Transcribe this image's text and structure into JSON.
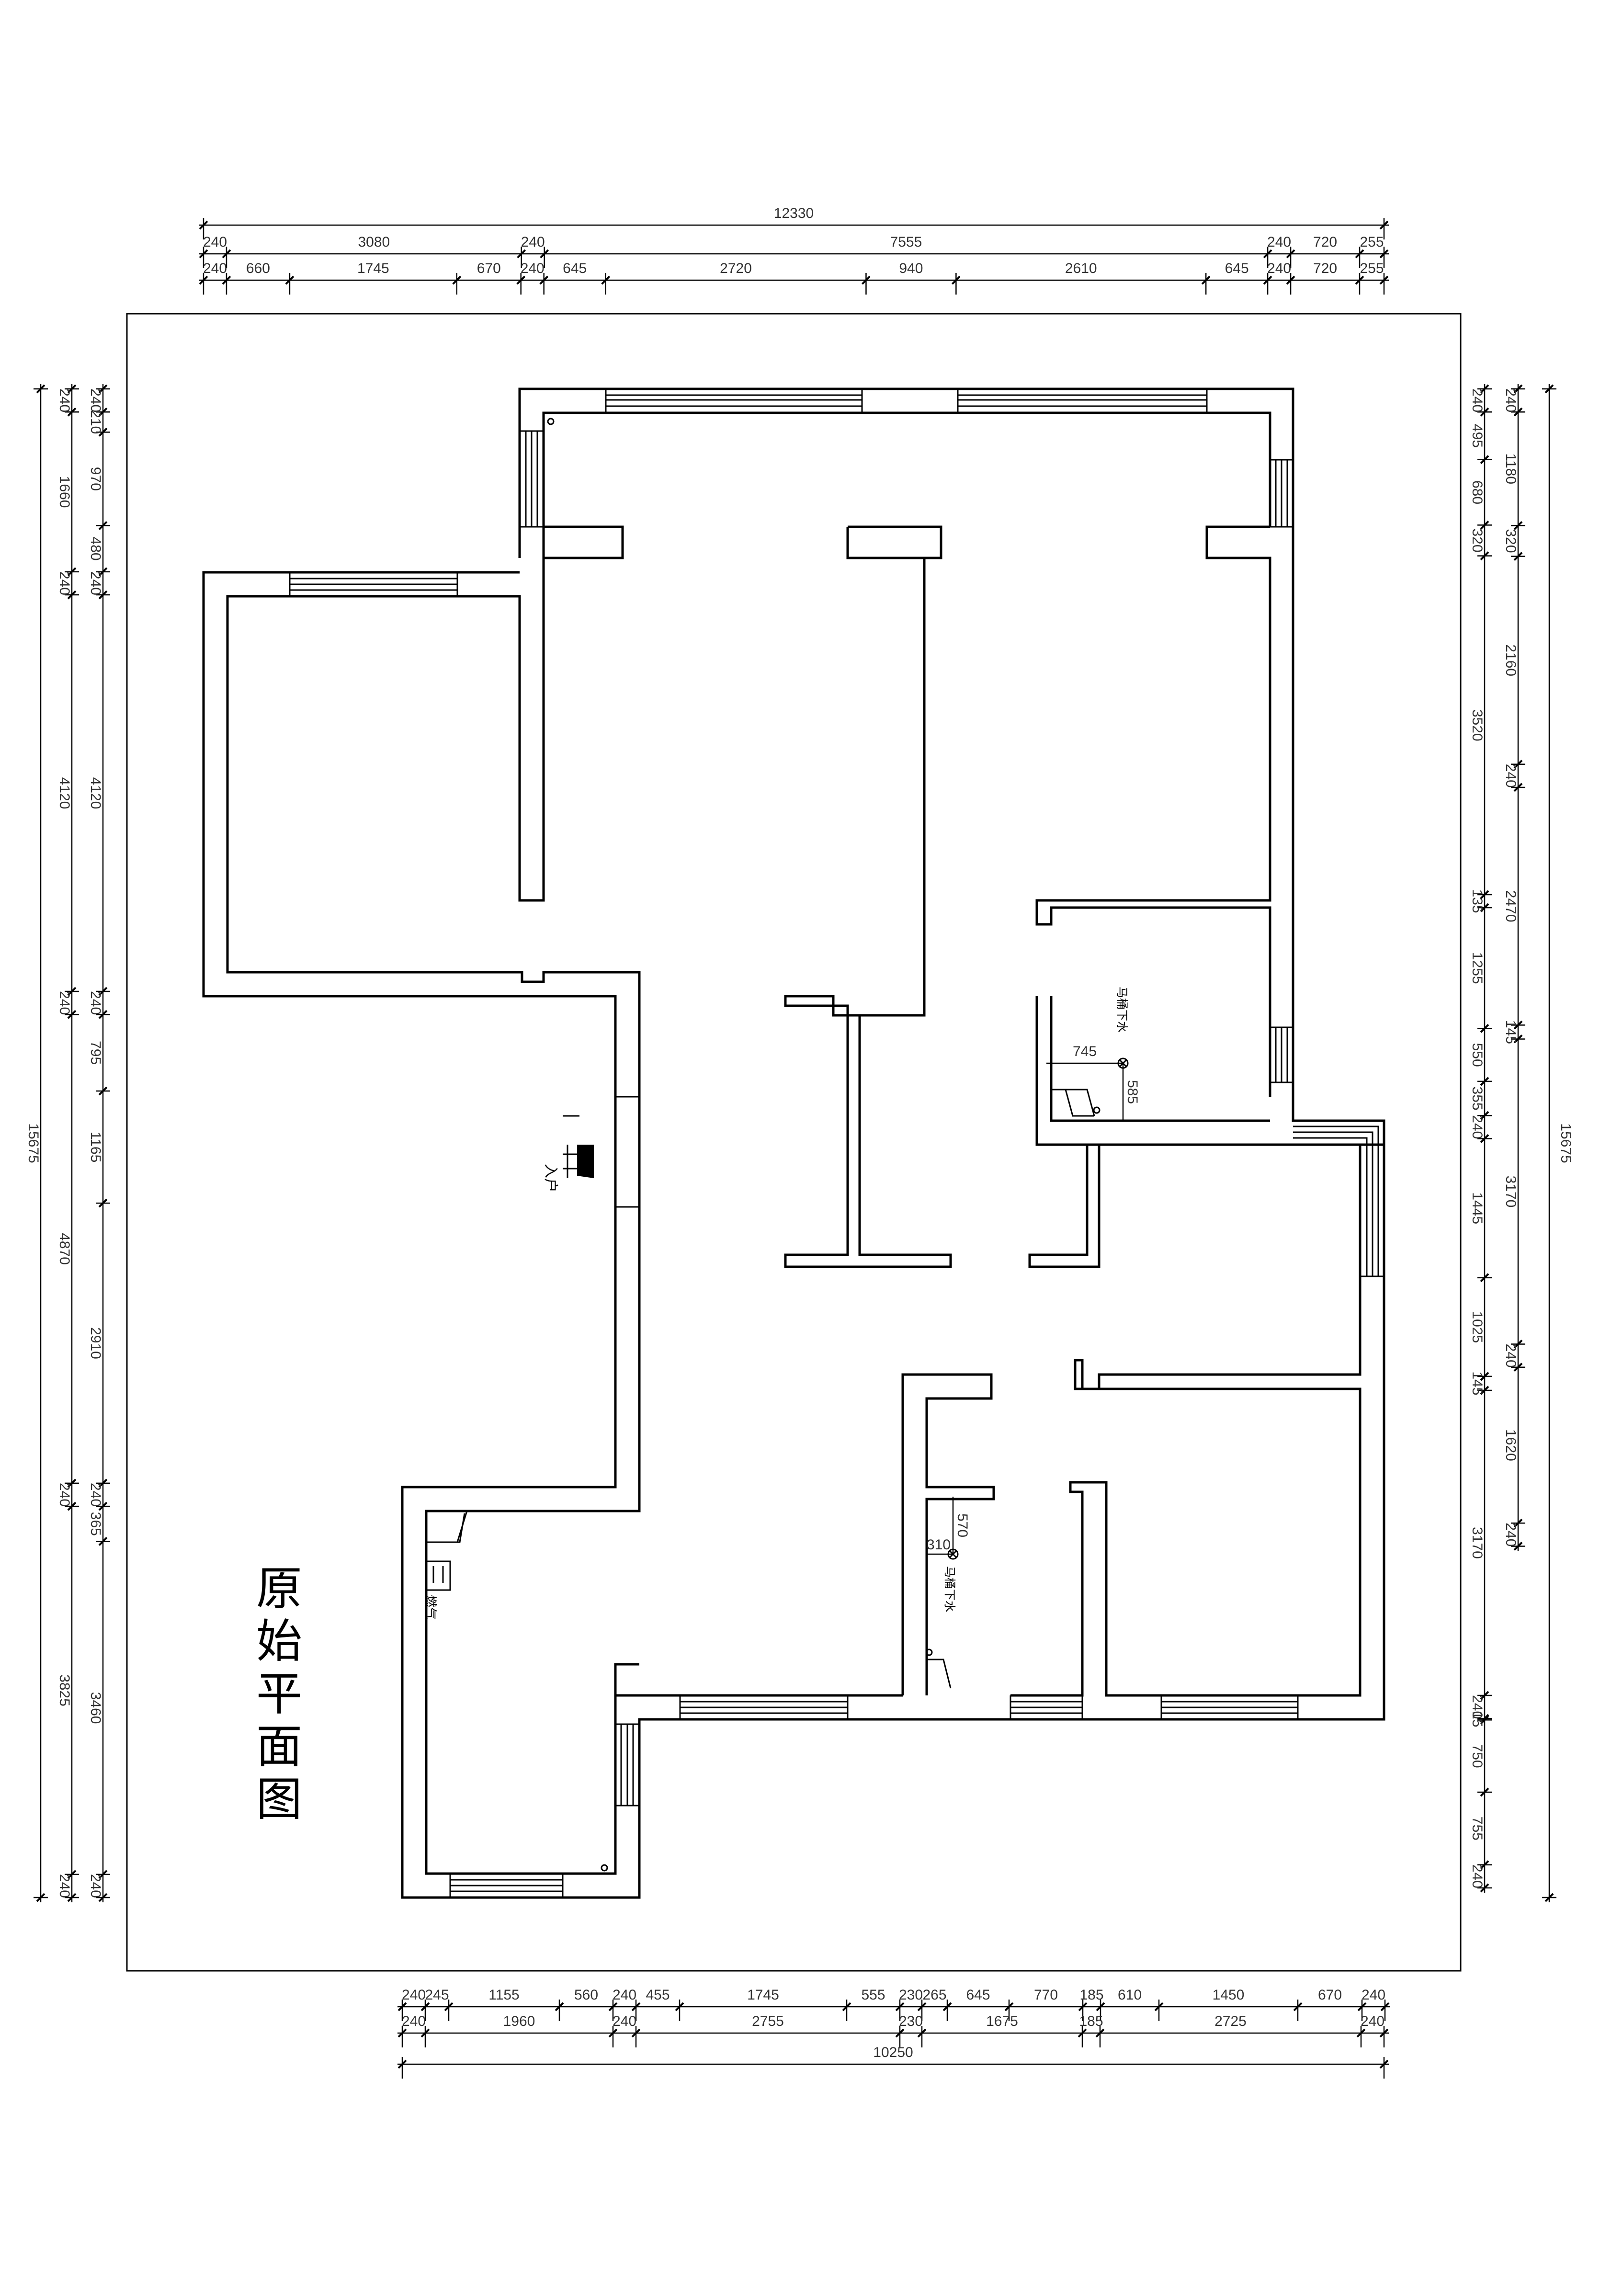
{
  "title": "原始平面图",
  "labels": {
    "entrance": "入户",
    "gas": "燃气",
    "toilet_drain_1": "马桶下水",
    "toilet_drain_2": "马桶下水"
  },
  "bath_dims": {
    "d745": "745",
    "d585": "585",
    "d570": "570",
    "d310": "310"
  },
  "dimensions": {
    "top_total": "12330",
    "top_row1": [
      "240",
      "3080",
      "240",
      "7555",
      "240",
      "720",
      "255"
    ],
    "top_row2": [
      "240",
      "660",
      "1745",
      "670",
      "240",
      "645",
      "2720",
      "940",
      "2610",
      "645",
      "240",
      "720",
      "255"
    ],
    "bottom_row1": [
      "240",
      "245",
      "1155",
      "560",
      "240",
      "455",
      "1745",
      "555",
      "230",
      "265",
      "645",
      "770",
      "185",
      "610",
      "1450",
      "670",
      "240"
    ],
    "bottom_row2": [
      "240",
      "1960",
      "240",
      "2755",
      "230",
      "1675",
      "185",
      "2725",
      "240"
    ],
    "bottom_total": "10250",
    "left_total": "15675",
    "left_row1": [
      "240",
      "1660",
      "240",
      "4120",
      "240",
      "4870",
      "240",
      "3825",
      "240"
    ],
    "left_row2": [
      "240",
      "210",
      "970",
      "480",
      "240",
      "4120",
      "240",
      "795",
      "1165",
      "2910",
      "240",
      "365",
      "3460",
      "240"
    ],
    "right_total": "15675",
    "right_row1": [
      "240",
      "495",
      "680",
      "320",
      "3520",
      "135",
      "1255",
      "550",
      "355",
      "240",
      "1445",
      "1025",
      "145",
      "3170",
      "240",
      "15",
      "750",
      "755",
      "240"
    ],
    "right_row2": [
      "240",
      "1180",
      "320",
      "2160",
      "240",
      "2470",
      "145",
      "3170",
      "240",
      "1620",
      "240"
    ]
  }
}
